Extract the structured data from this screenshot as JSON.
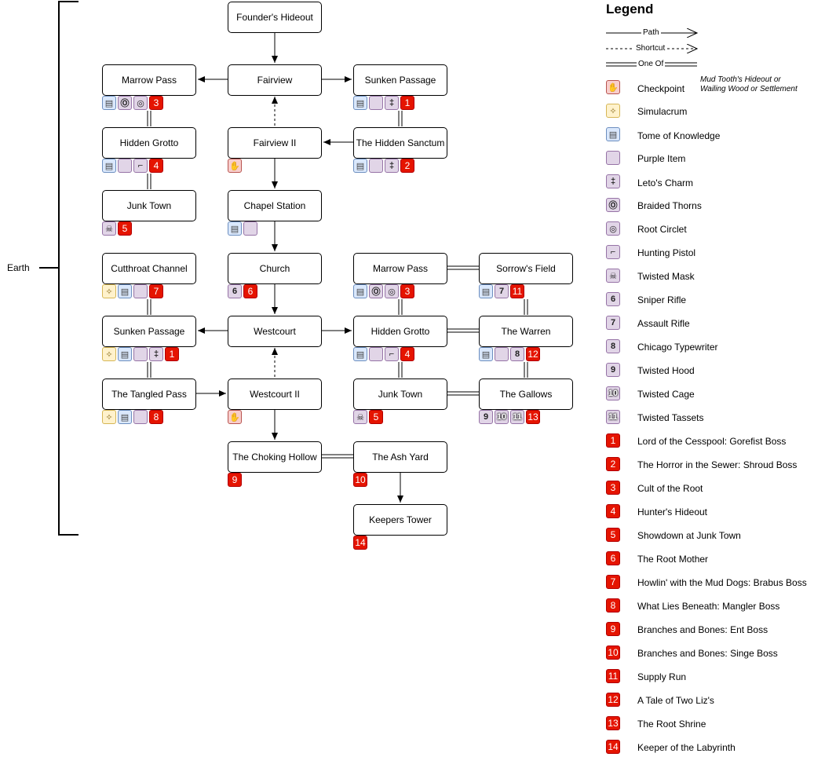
{
  "region_label": "Earth",
  "nodes": {
    "founders_hideout": "Founder's Hideout",
    "fairview": "Fairview",
    "marrow_pass_1": "Marrow Pass",
    "sunken_passage_1": "Sunken Passage",
    "fairview_ii": "Fairview II",
    "hidden_sanctum": "The Hidden Sanctum",
    "hidden_grotto_1": "Hidden Grotto",
    "junk_town_1": "Junk Town",
    "chapel_station": "Chapel Station",
    "cutthroat_channel": "Cutthroat Channel",
    "church": "Church",
    "marrow_pass_2": "Marrow Pass",
    "sorrows_field": "Sorrow's Field",
    "sunken_passage_2": "Sunken Passage",
    "westcourt": "Westcourt",
    "hidden_grotto_2": "Hidden Grotto",
    "the_warren": "The Warren",
    "tangled_pass": "The Tangled Pass",
    "westcourt_ii": "Westcourt II",
    "junk_town_2": "Junk Town",
    "the_gallows": "The Gallows",
    "choking_hollow": "The Choking Hollow",
    "ash_yard": "The Ash Yard",
    "keepers_tower": "Keepers Tower"
  },
  "legend": {
    "title": "Legend",
    "path_label": "Path",
    "shortcut_label": "Shortcut",
    "one_of_label": "One Of",
    "note": "Mud Tooth's Hideout or Wailing Wood or Settlement",
    "items": [
      {
        "icon": "checkpoint-icon",
        "label": "Checkpoint"
      },
      {
        "icon": "simulacrum-icon",
        "label": "Simulacrum"
      },
      {
        "icon": "tome-of-knowledge-icon",
        "label": "Tome of Knowledge"
      },
      {
        "icon": "purple-item-icon",
        "label": "Purple Item"
      },
      {
        "icon": "letos-charm-icon",
        "label": "Leto's Charm"
      },
      {
        "icon": "braided-thorns-icon",
        "label": "Braided Thorns"
      },
      {
        "icon": "root-circlet-icon",
        "label": "Root Circlet"
      },
      {
        "icon": "hunting-pistol-icon",
        "label": "Hunting Pistol"
      },
      {
        "icon": "twisted-mask-icon",
        "label": "Twisted Mask"
      },
      {
        "icon": "sniper-rifle-icon",
        "label": "Sniper Rifle"
      },
      {
        "icon": "assault-rifle-icon",
        "label": "Assault Rifle"
      },
      {
        "icon": "chicago-typewriter-icon",
        "label": "Chicago Typewriter"
      },
      {
        "icon": "twisted-hood-icon",
        "label": "Twisted Hood"
      },
      {
        "icon": "twisted-cage-icon",
        "label": "Twisted Cage"
      },
      {
        "icon": "twisted-tassets-icon",
        "label": "Twisted Tassets"
      }
    ],
    "events": [
      {
        "num": "1",
        "label": "Lord of the Cesspool: Gorefist Boss"
      },
      {
        "num": "2",
        "label": "The Horror in the Sewer: Shroud Boss"
      },
      {
        "num": "3",
        "label": "Cult of the Root"
      },
      {
        "num": "4",
        "label": "Hunter's Hideout"
      },
      {
        "num": "5",
        "label": "Showdown at Junk Town"
      },
      {
        "num": "6",
        "label": "The Root Mother"
      },
      {
        "num": "7",
        "label": "Howlin' with the Mud Dogs: Brabus Boss"
      },
      {
        "num": "8",
        "label": "What Lies Beneath: Mangler Boss"
      },
      {
        "num": "9",
        "label": "Branches and Bones: Ent Boss"
      },
      {
        "num": "10",
        "label": "Branches and Bones: Singe Boss"
      },
      {
        "num": "11",
        "label": "Supply Run"
      },
      {
        "num": "12",
        "label": "A Tale of Two Liz's"
      },
      {
        "num": "13",
        "label": "The Root Shrine"
      },
      {
        "num": "14",
        "label": "Keeper of the Labyrinth"
      }
    ]
  },
  "icon_glyphs": {
    "tome": "▤",
    "sim": "✧",
    "check": "✋",
    "purple": "",
    "leto": "‡",
    "thorns": "Ⓞ",
    "circlet": "◎",
    "pistol": "⌐",
    "mask": "☠",
    "sniper": "6",
    "assault": "7",
    "chicago": "8",
    "hood": "9",
    "cage": "10",
    "tassets": "11"
  },
  "colors": {
    "event_red": "#e51400",
    "tome_blue": "#dae8fc",
    "sim_yellow": "#fff2cc",
    "check_pink": "#f8cecc",
    "purple": "#e1d5e7"
  }
}
